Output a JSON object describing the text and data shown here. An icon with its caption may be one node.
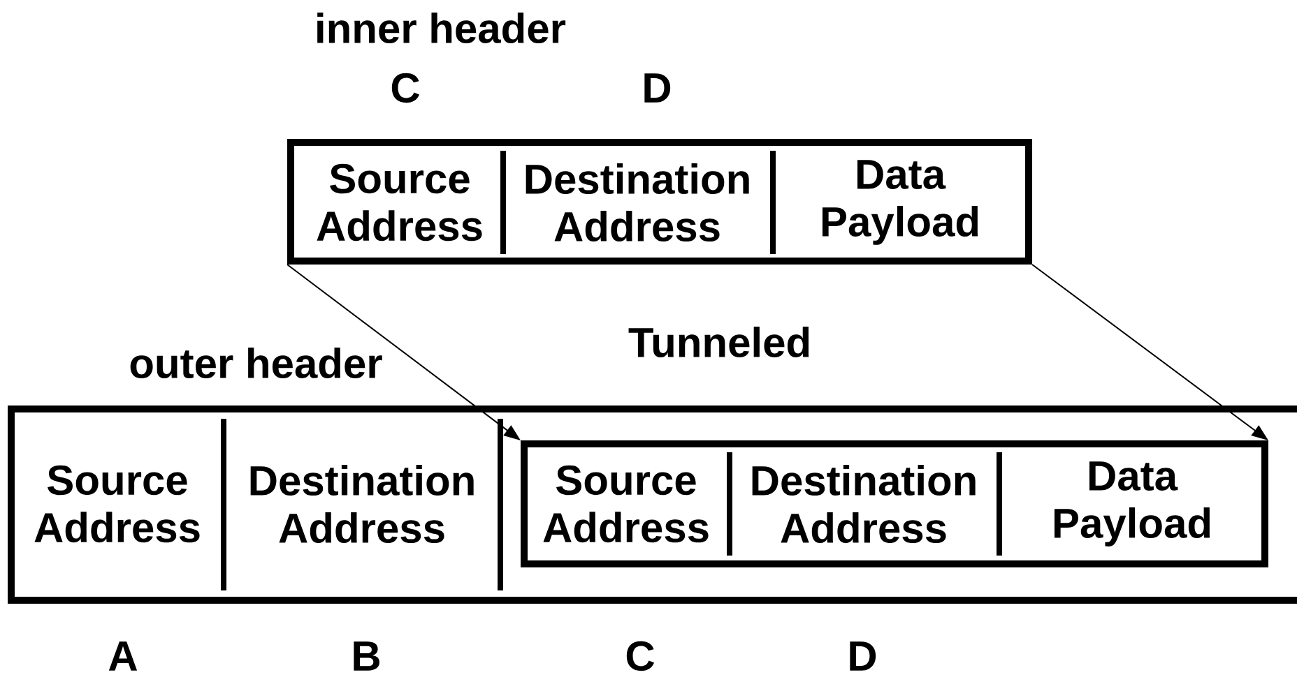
{
  "diagram": {
    "nodes": [
      {
        "text": [],
        "shape": "box"
      },
      {
        "text": [
          "Source Address"
        ],
        "in": 0
      },
      {
        "text": [
          "Destination Address"
        ],
        "in": 0
      },
      {
        "text": [
          "Data Payload"
        ],
        "in": 0
      },
      {
        "text": [],
        "shape": "box"
      },
      {
        "text": [
          "Source Address"
        ],
        "in": 4
      },
      {
        "text": [
          "Destination Address"
        ],
        "in": 4
      },
      {
        "text": [],
        "shape": "box",
        "in": 4
      },
      {
        "text": [
          "Source Address"
        ],
        "in": 7
      },
      {
        "text": [
          "Destination Address"
        ],
        "in": 7
      },
      {
        "text": [
          "Data Payload"
        ],
        "in": 7
      }
    ],
    "edges": [
      {
        "from": 0,
        "to": 7,
        "arrow": "to"
      },
      {
        "from": 0,
        "to": 7,
        "arrow": "to"
      }
    ],
    "labels": [
      "inner header",
      "C",
      "D",
      "Tunneled",
      "outer header",
      "A",
      "B",
      "C",
      "D"
    ]
  }
}
